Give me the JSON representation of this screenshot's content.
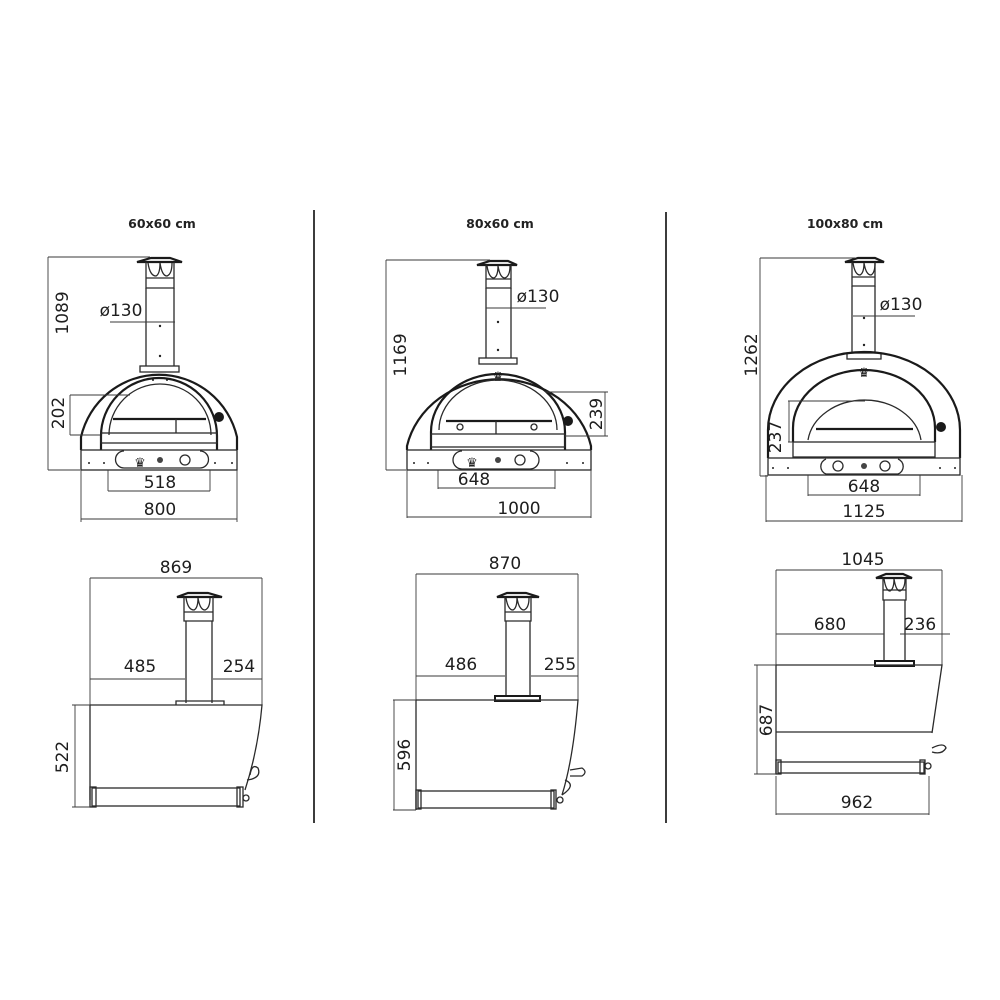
{
  "page": {
    "subject": "Pizza oven dimensional drawings (mm)",
    "colors": {
      "line": "#2a2a2a",
      "background": "#ffffff",
      "divider": "#3c3c3c"
    }
  },
  "models": [
    {
      "title": "60x60 cm",
      "front": {
        "height": "1089",
        "flue_diameter": "ø130",
        "door_height": "202",
        "door_width": "518",
        "width": "800"
      },
      "side": {
        "depth": "869",
        "front_to_flue": "485",
        "flue_to_back": "254",
        "body_height": "522"
      }
    },
    {
      "title": "80x60 cm",
      "front": {
        "height": "1169",
        "flue_diameter": "ø130",
        "door_height": "239",
        "door_width": "648",
        "width": "1000"
      },
      "side": {
        "depth": "870",
        "front_to_flue": "486",
        "flue_to_back": "255",
        "body_height": "596"
      }
    },
    {
      "title": "100x80 cm",
      "front": {
        "height": "1262",
        "flue_diameter": "ø130",
        "door_height": "237",
        "door_width": "648",
        "width": "1125"
      },
      "side": {
        "depth": "1045",
        "front_to_flue": "680",
        "flue_to_back": "236",
        "body_height": "687",
        "base_width": "962"
      }
    }
  ]
}
